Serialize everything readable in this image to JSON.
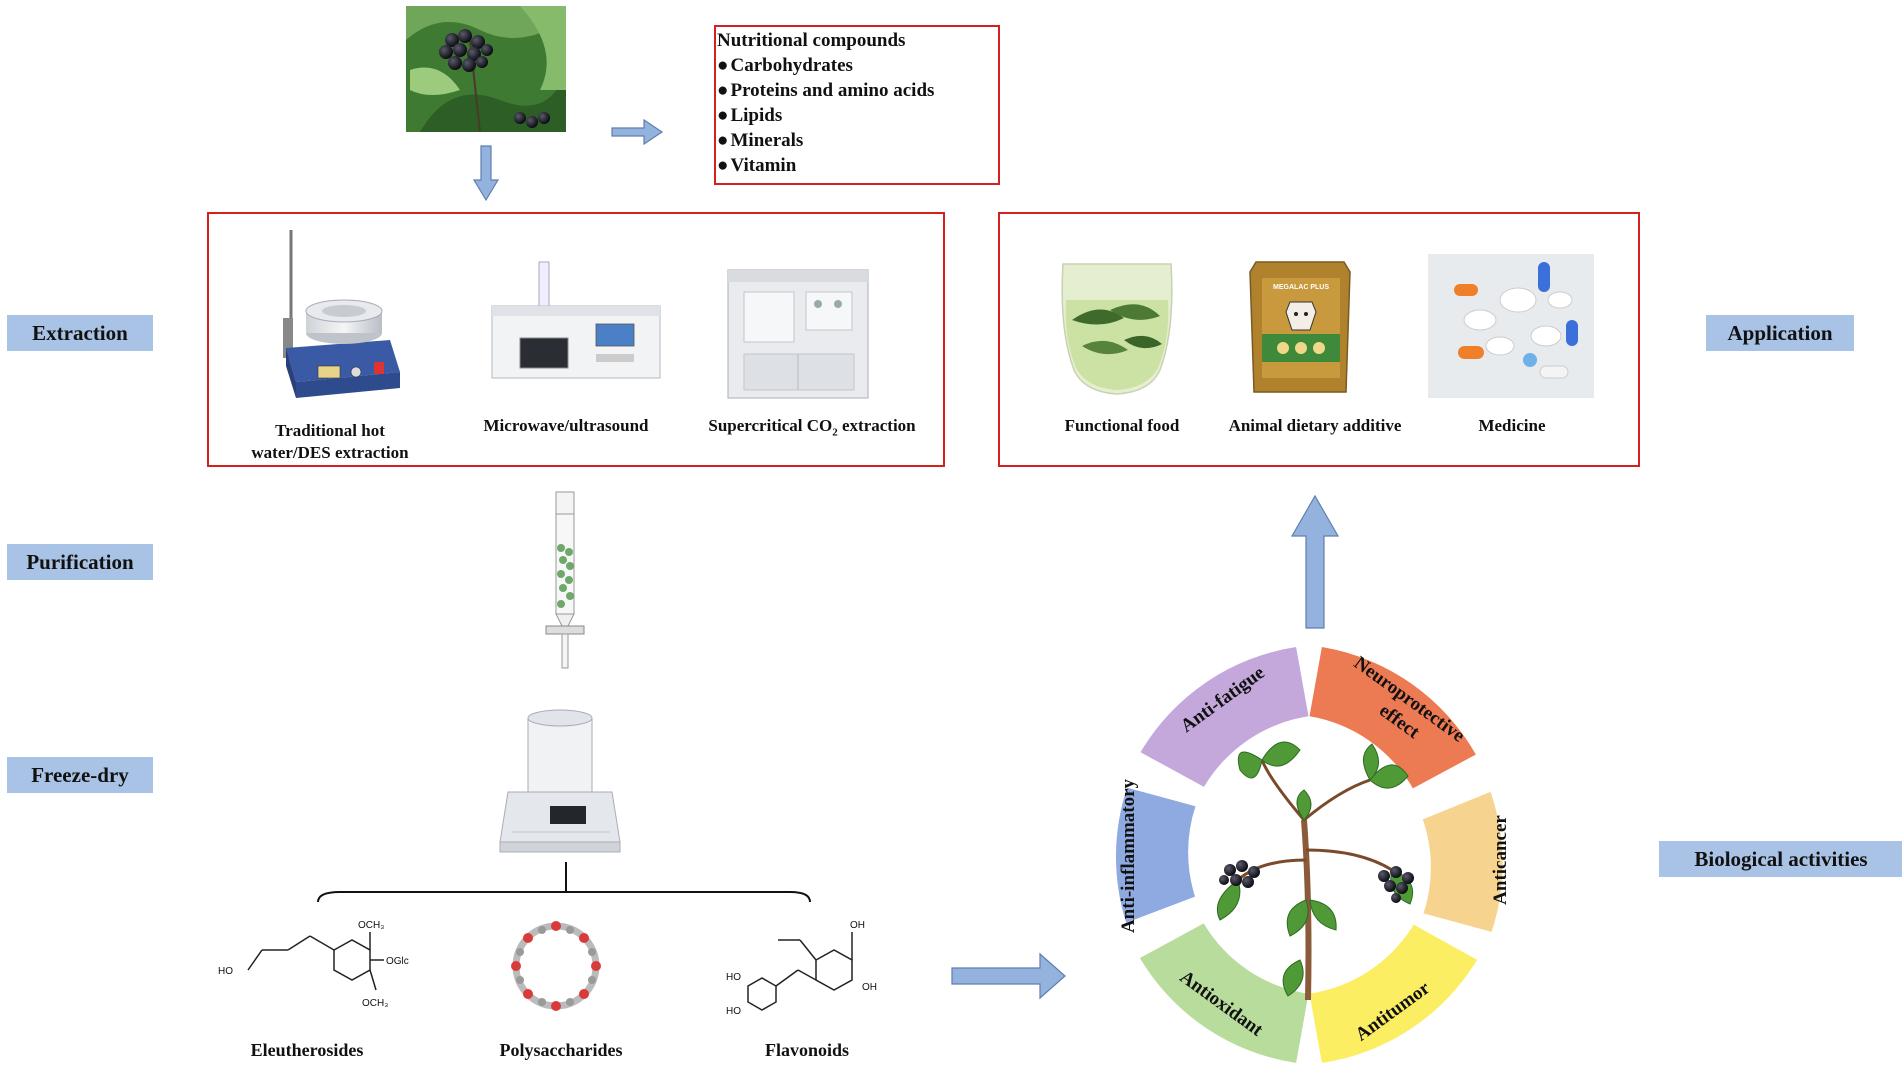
{
  "stages": {
    "extraction": "Extraction",
    "purification": "Purification",
    "freeze_dry": "Freeze-dry",
    "application": "Application",
    "biological": "Biological activities"
  },
  "nutrition": {
    "title": "Nutritional compounds",
    "items": [
      "Carbohydrates",
      "Proteins and amino acids",
      "Lipids",
      "Minerals",
      "Vitamin"
    ]
  },
  "extraction_methods": {
    "traditional_line1": "Traditional hot",
    "traditional_line2": "water/DES extraction",
    "microwave": "Microwave/ultrasound",
    "supercritical_pre": "Supercritical CO",
    "supercritical_sub": "2",
    "supercritical_post": " extraction"
  },
  "applications": {
    "functional_food": "Functional food",
    "animal_additive": "Animal dietary additive",
    "medicine": "Medicine",
    "bag_label": "MEGALAC PLUS"
  },
  "compounds": {
    "eleutherosides": "Eleutherosides",
    "polysaccharides": "Polysaccharides",
    "flavonoids": "Flavonoids",
    "mol_och3_top": "OCH₃",
    "mol_och3_bottom": "OCH₃",
    "mol_oglc": "OGlc",
    "mol_ho": "HO",
    "flav_oh_top": "OH",
    "flav_ho1": "HO",
    "flav_ho2": "HO",
    "flav_oh_right": "OH"
  },
  "activities": {
    "anti_fatigue": "Anti-fatigue",
    "neuro_line1": "Neuroprotective",
    "neuro_line2": "effect",
    "anticancer": "Anticancer",
    "antitumor": "Antitumor",
    "antioxidant": "Antioxidant",
    "anti_inflammatory": "Anti-inflammatory"
  },
  "colors": {
    "stage_bg": "#a9c3e6",
    "arrow_fill": "#93b2dd",
    "box_border": "#d62020",
    "anti_fatigue": "#c4a8db",
    "neuroprotective": "#ec7a52",
    "anticancer": "#f6d38e",
    "antitumor": "#fbee63",
    "antioxidant": "#b7dc9c",
    "anti_inflammatory": "#8eaae0"
  }
}
